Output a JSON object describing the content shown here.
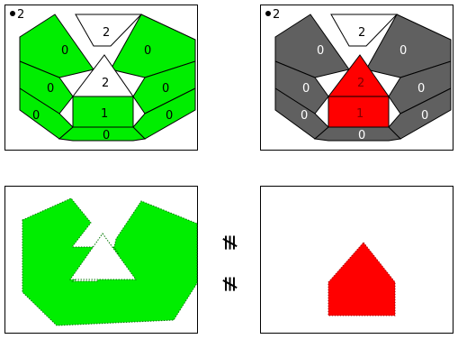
{
  "top_left": {
    "corner_label": "2",
    "fill": "#00ee00",
    "labels": {
      "top_wedge": "2",
      "left_upper": "0",
      "right_upper": "0",
      "left_mid": "0",
      "right_mid": "0",
      "left_low": "0",
      "right_low": "0",
      "center_tri": "2",
      "center_rect": "1",
      "bottom": "0"
    }
  },
  "top_right": {
    "corner_label": "2",
    "fill": "#606060",
    "highlight": "#ff0000",
    "labels": {
      "top_wedge": "2",
      "left_upper": "0",
      "right_upper": "0",
      "left_mid": "0",
      "right_mid": "0",
      "left_low": "0",
      "right_low": "0",
      "center_tri": "2",
      "center_rect": "1",
      "bottom": "0"
    }
  },
  "bottom_left": {
    "fill": "#00ee00"
  },
  "bottom_right": {
    "fill": "#ff0000"
  },
  "middle_glyphs": [
    "≢",
    "≢"
  ]
}
